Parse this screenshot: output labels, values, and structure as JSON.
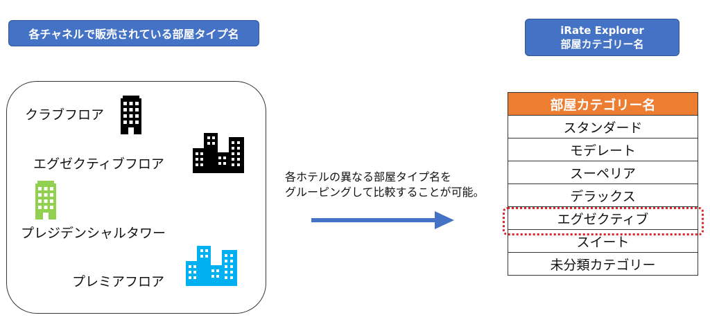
{
  "left_header": "各チャネルで販売されている部屋タイプ名",
  "right_header": {
    "line1": "iRate Explorer",
    "line2": "部屋カテゴリー名"
  },
  "room_types": [
    {
      "name": "クラブフロア",
      "icon": "building-icon",
      "color": "#000000"
    },
    {
      "name": "エグゼクティブフロア",
      "icon": "buildings-icon",
      "color": "#000000"
    },
    {
      "name": "プレジデンシャルタワー",
      "icon": "building-icon",
      "color": "#92d050"
    },
    {
      "name": "プレミアフロア",
      "icon": "buildings-icon",
      "color": "#00b0f0"
    }
  ],
  "note": {
    "line1": "各ホテルの異なる部屋タイプ名を",
    "line2": "グルーピングして比較することが可能。"
  },
  "table": {
    "header": "部屋カテゴリー名",
    "rows": [
      "スタンダード",
      "モデレート",
      "スーペリア",
      "デラックス",
      "エグゼクティブ",
      "スイート",
      "未分類カテゴリー"
    ],
    "highlighted_row": "エグゼクティブ"
  },
  "colors": {
    "header_blue": "#4472c4",
    "table_header_orange": "#ed7d31",
    "arrow_blue": "#4472c4",
    "highlight_red": "#d9252b"
  }
}
